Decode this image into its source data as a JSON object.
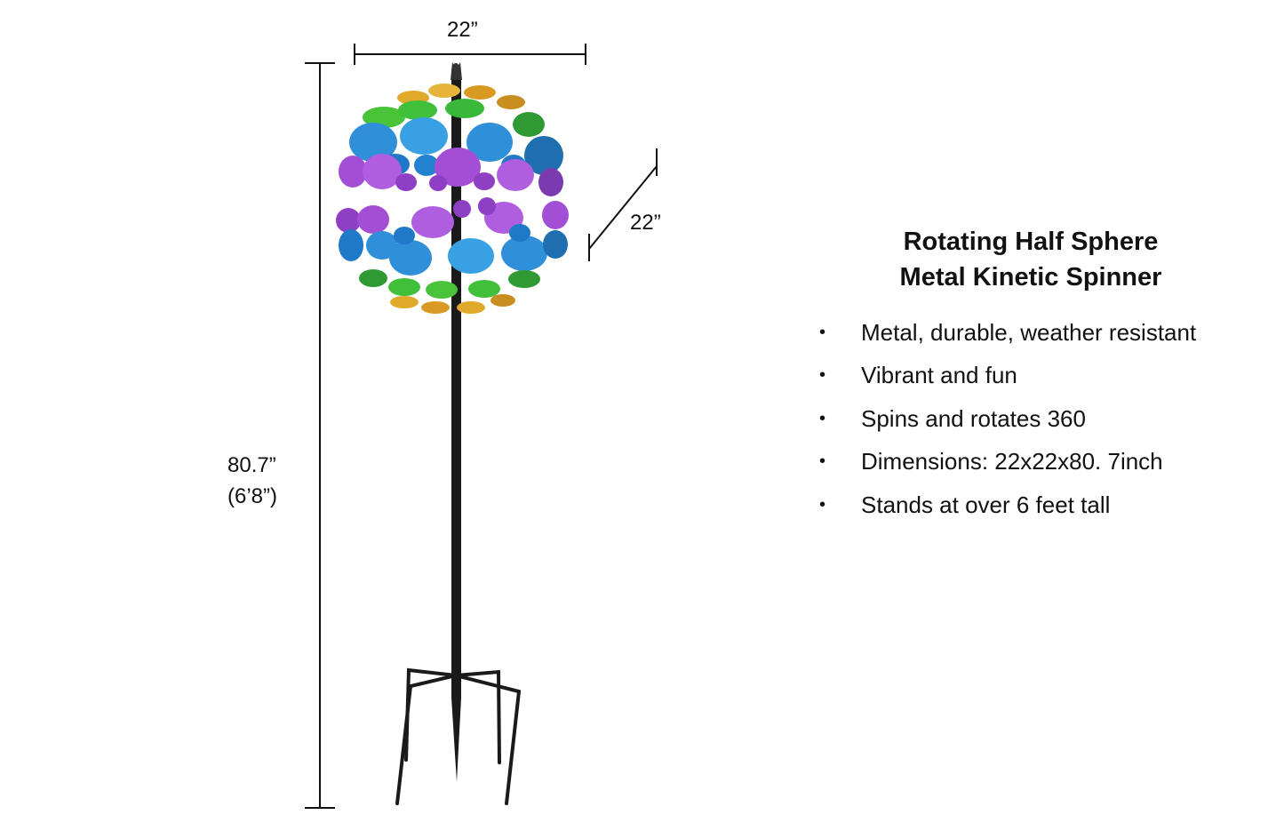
{
  "dimensions": {
    "width_label": "22”",
    "depth_label": "22”",
    "height_label": "80.7”",
    "height_label_feet": "(6’8”)"
  },
  "product": {
    "title_line1": "Rotating Half Sphere",
    "title_line2": "Metal Kinetic Spinner",
    "features": [
      "Metal, durable, weather resistant",
      "Vibrant and fun",
      "Spins and rotates 360",
      "Dimensions: 22x22x80. 7inch",
      "Stands at over 6 feet tall"
    ],
    "bullet": "•"
  },
  "colors": {
    "blue": "#2e8fd8",
    "purple": "#a24fd6",
    "green": "#3fbf3a",
    "yellow": "#e0a92a",
    "pole": "#1a1a1a"
  }
}
